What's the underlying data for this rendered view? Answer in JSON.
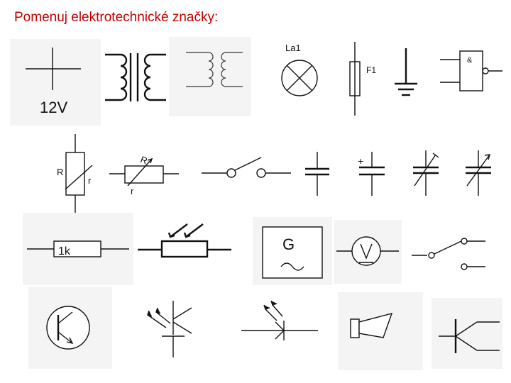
{
  "title": "Pomenuj elektrotechnické značky:",
  "labels": {
    "battery_voltage": "12V",
    "lamp": "La1",
    "fuse": "F1",
    "and_gate": "&",
    "rheostat_R": "R",
    "rheostat_r": "r",
    "pot_R": "R",
    "pot_r": "r",
    "polarized_plus": "+",
    "resistor_value": "1k",
    "generator": "G"
  },
  "colors": {
    "title": "#c00000",
    "tile_bg": "#f4f4f4",
    "line": "#111111"
  },
  "symbols": [
    "battery-symbol",
    "transformer-symbol",
    "transformer-coupled-symbol",
    "lamp-symbol",
    "fuse-symbol",
    "ground-symbol",
    "and-gate-symbol",
    "rheostat-symbol",
    "potentiometer-symbol",
    "switch-symbol",
    "capacitor-symbol",
    "polarized-capacitor-symbol",
    "trimmer-capacitor-symbol",
    "variable-capacitor-symbol",
    "resistor-symbol",
    "photoresistor-symbol",
    "ac-generator-symbol",
    "voltmeter-symbol",
    "changeover-switch-symbol",
    "transistor-symbol",
    "phototransistor-symbol",
    "photodiode-symbol",
    "speaker-symbol",
    "diode-symbol"
  ]
}
